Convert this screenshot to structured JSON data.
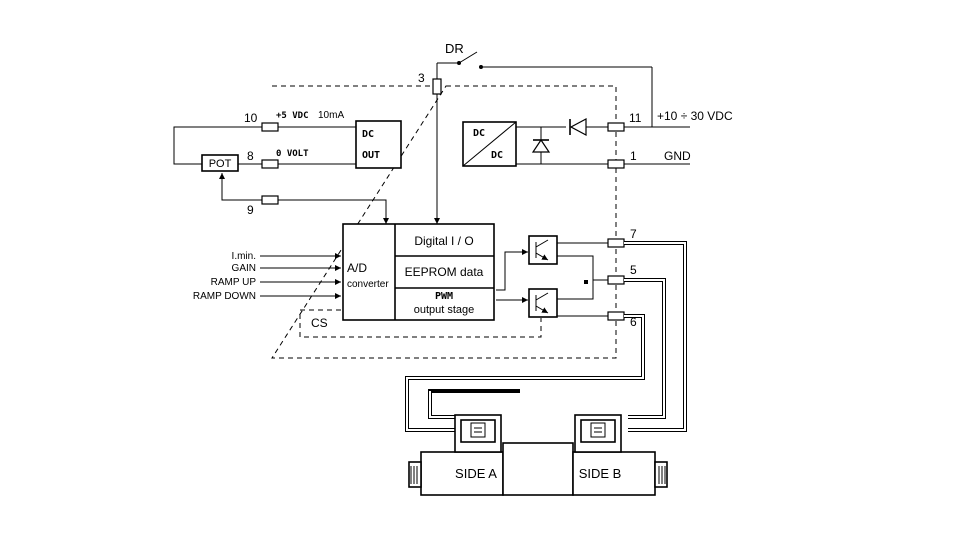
{
  "terminals": {
    "t10": "10",
    "t8": "8",
    "t9": "9",
    "t3": "3",
    "t11": "11",
    "t1": "1",
    "t7": "7",
    "t5": "5",
    "t6": "6"
  },
  "labels": {
    "dr": "DR",
    "plus5": "+5 VDC",
    "ma": "10mA",
    "zero_volt": "0 VOLT",
    "supply": "+10 ÷ 30 VDC",
    "gnd": "GND",
    "cs": "CS",
    "pot": "POT",
    "dcout_1": "DC",
    "dcout_2": "OUT",
    "dcdc_top": "DC",
    "dcdc_bottom": "DC",
    "ad_1": "A/D",
    "ad_2": "converter",
    "digital_io": "Digital I / O",
    "eeprom": "EEPROM data",
    "pwm_1": "PWM",
    "pwm_2": "output stage",
    "side_a": "SIDE A",
    "side_b": "SIDE B"
  },
  "inputs": [
    "I.min.",
    "GAIN",
    "RAMP UP",
    "RAMP DOWN"
  ]
}
